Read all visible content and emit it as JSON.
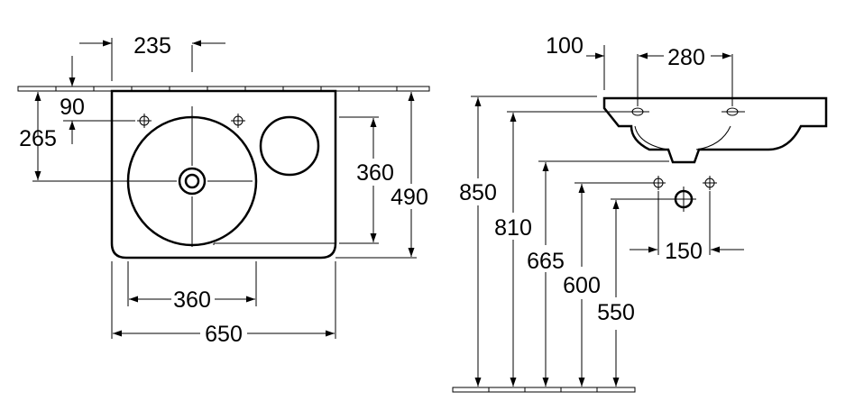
{
  "plan_view": {
    "dimensions": {
      "tap_hole_offset": "235",
      "wall_offset": "90",
      "depth_to_waste": "265",
      "bowl_width": "360",
      "basin_width": "650",
      "basin_depth": "490",
      "bowl_depth": "360"
    }
  },
  "side_view": {
    "dimensions": {
      "wall_gap": "100",
      "tap_spacing": "280",
      "rim_height": "850",
      "bowl_height": "810",
      "trap_height": "665",
      "supply_height": "600",
      "waste_height": "550",
      "supply_spacing": "150"
    }
  }
}
